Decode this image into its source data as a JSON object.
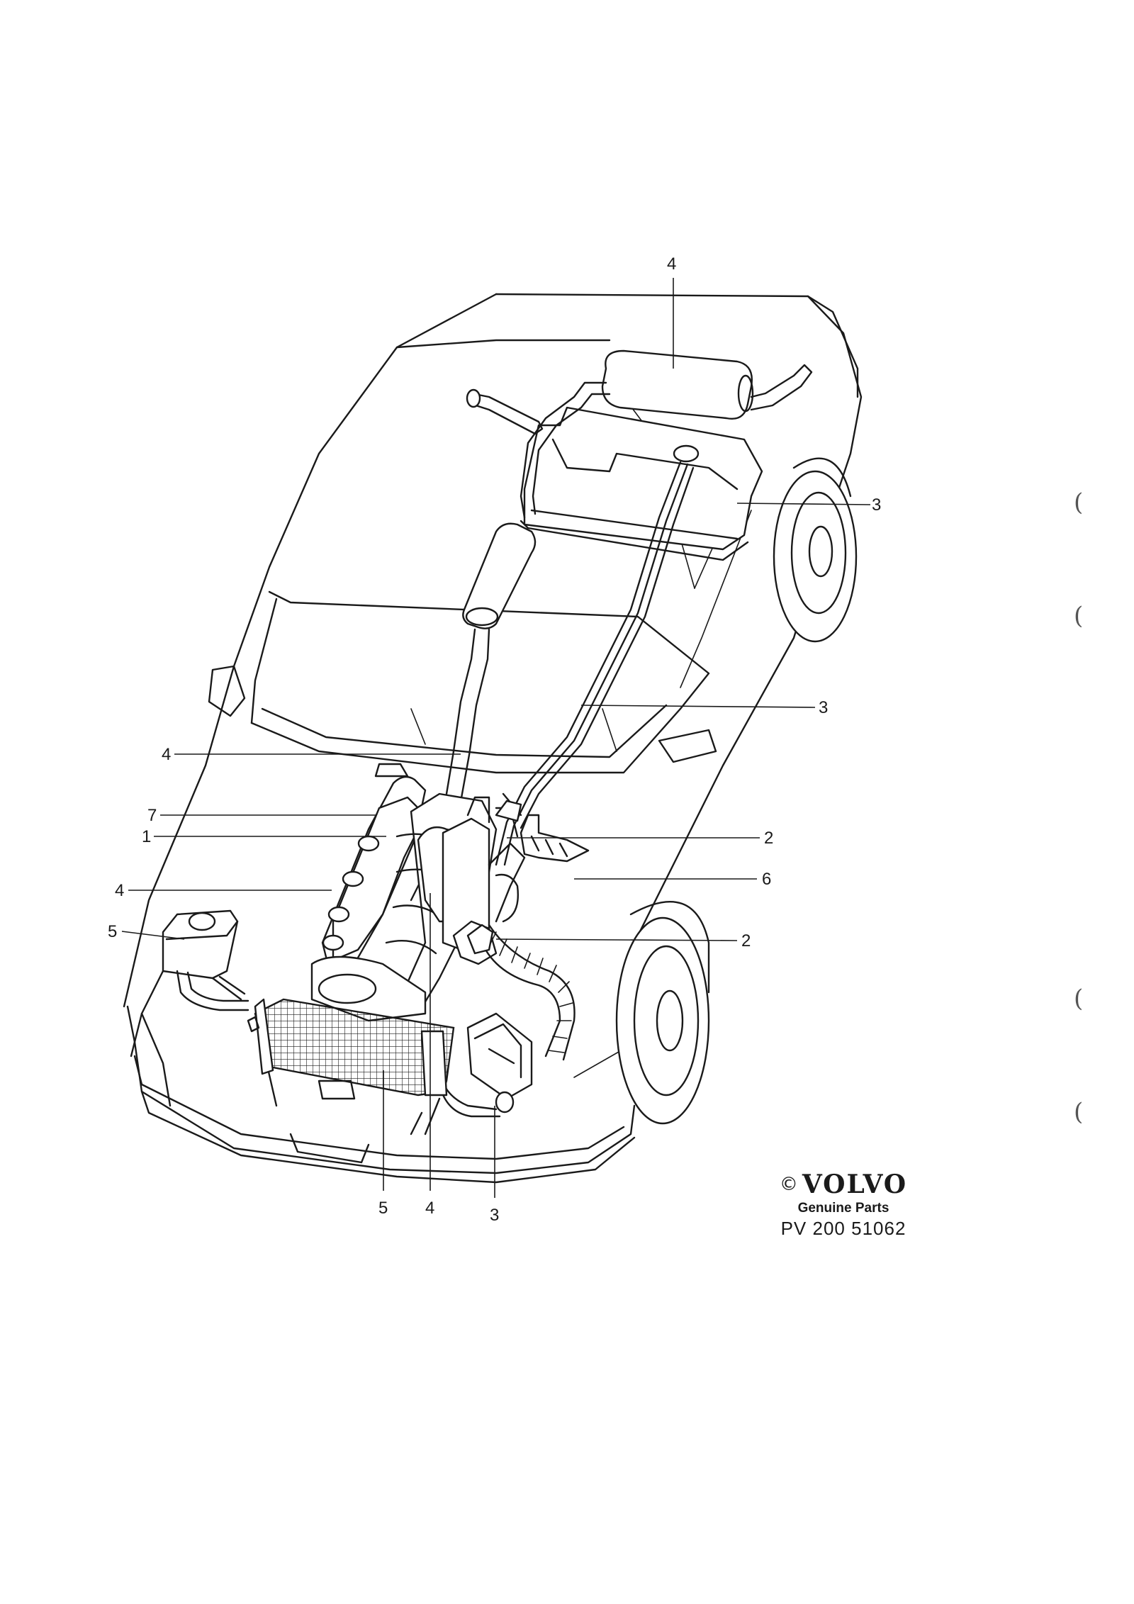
{
  "callouts": [
    {
      "id": "top-4",
      "label": "4"
    },
    {
      "id": "tank-3",
      "label": "3"
    },
    {
      "id": "pipe-3",
      "label": "3"
    },
    {
      "id": "exhaust-4",
      "label": "4"
    },
    {
      "id": "c7",
      "label": "7"
    },
    {
      "id": "c1",
      "label": "1"
    },
    {
      "id": "right-2a",
      "label": "2"
    },
    {
      "id": "c6",
      "label": "6"
    },
    {
      "id": "left-4",
      "label": "4"
    },
    {
      "id": "c5",
      "label": "5"
    },
    {
      "id": "right-2b",
      "label": "2"
    },
    {
      "id": "bottom-5",
      "label": "5"
    },
    {
      "id": "bottom-4",
      "label": "4"
    },
    {
      "id": "bottom-3",
      "label": "3"
    }
  ],
  "margin_marks": [
    "(",
    "(",
    "(",
    "("
  ],
  "brand": {
    "copyright": "©",
    "wordmark": "VOLVO",
    "tagline": "Genuine Parts",
    "reference": "PV 200  51062"
  }
}
